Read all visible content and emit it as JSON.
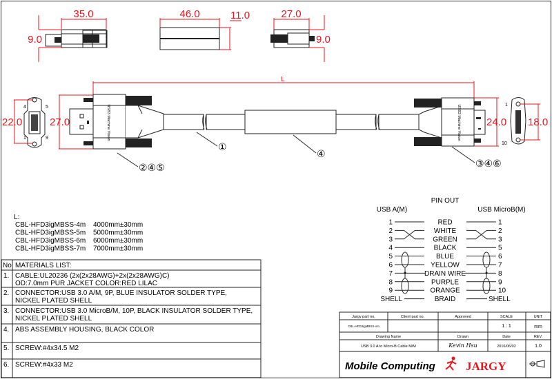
{
  "dimensions": {
    "top_left_length": "35.0",
    "top_left_height": "9.0",
    "top_mid_length": "46.0",
    "top_mid_height": "11.0",
    "top_right_length": "27.0",
    "top_right_height": "9.0",
    "cable_length": "L",
    "usb_a_face_pitch": "22.0",
    "usb_a_body_height": "27.0",
    "microb_body_height": "24.0",
    "microb_face_pitch": "18.0"
  },
  "face_pins": {
    "a_top_left": "4",
    "a_top_right": "5",
    "a_bottom_left": "1",
    "a_bottom_right": "9",
    "b_top": "1",
    "b_bottom": "10"
  },
  "callouts": {
    "cable": "①",
    "housing": "④",
    "usb_a": "②④⑤",
    "microb": "③④⑥"
  },
  "lengths": {
    "heading": "L:",
    "rows": [
      {
        "part": "CBL-HFD3igMBSS-4m",
        "length": "4000mm±30mm"
      },
      {
        "part": "CBL-HFD3igMBSS-5m",
        "length": "5000mm±30mm"
      },
      {
        "part": "CBL-HFD3igMBSS-6m",
        "length": "6000mm±30mm"
      },
      {
        "part": "CBL-HFD3igMBSS-7m",
        "length": "7000mm±30mm"
      }
    ]
  },
  "materials": {
    "col_no": "No",
    "col_title": "MATERIALS LIST:",
    "items": [
      {
        "no": "1.",
        "l1": "CABLE:UL20236 (2x(2x28AWG)+2x(2x28AWG)C)",
        "l2": "OD:7.0mm  PUR JACKET COLOR:RED LILAC"
      },
      {
        "no": "2.",
        "l1": "CONNECTOR:USB 3.0 A/M, 9P, BLUE INSULATOR SOLDER TYPE,",
        "l2": "NICKEL PLATED SHELL"
      },
      {
        "no": "3.",
        "l1": "CONNECTOR:USB 3.0 MicroB/M, 10P, BLACK INSULATOR SOLDER TYPE,",
        "l2": "NICKEL PLATED SHELL"
      },
      {
        "no": "4.",
        "l1": "ABS ASSEMBLY HOUSING, BLACK COLOR",
        "l2": ""
      },
      {
        "no": "5.",
        "l1": "SCREW:#4x34.5 M2",
        "l2": ""
      },
      {
        "no": "6.",
        "l1": "SCREW:#4x33 M2",
        "l2": ""
      }
    ]
  },
  "pinout": {
    "title": "PIN OUT",
    "left_header": "USB A(M)",
    "right_header": "USB MicroB(M)",
    "rows": [
      {
        "a": "1",
        "color": "RED",
        "b": "1"
      },
      {
        "a": "2",
        "color": "WHITE",
        "b": "2"
      },
      {
        "a": "3",
        "color": "GREEN",
        "b": "3"
      },
      {
        "a": "4",
        "color": "BLACK",
        "b": "5"
      },
      {
        "a": "5",
        "color": "BLUE",
        "b": "6"
      },
      {
        "a": "6",
        "color": "YELLOW",
        "b": "7"
      },
      {
        "a": "7",
        "color": "DRAIN WIRE",
        "b": "8"
      },
      {
        "a": "8",
        "color": "PURPLE",
        "b": "9"
      },
      {
        "a": "9",
        "color": "ORANGE",
        "b": "10"
      },
      {
        "a": "SHELL",
        "color": "BRAID",
        "b": "SHELL"
      }
    ]
  },
  "title_block": {
    "h_jargy_part": "Jargy part no.",
    "h_client_part": "Client part no.",
    "h_approved": "Approved",
    "h_scale": "SCALE",
    "h_unit": "UNIT",
    "jargy_part": "CBL-HFD3igMBSS-xm",
    "client_part": "",
    "approved": "",
    "scale": "1 : 1",
    "unit": "mm",
    "h_drawing_name": "Drawing Name",
    "h_drawn": "Drawn",
    "h_date": "Date",
    "h_rev": "REV.",
    "drawing_name": "USB 3.0 A to Micro-B Cable M/M",
    "drawn": "Kevin Hsu",
    "date": "2016/06/02",
    "rev": "1.0",
    "logo_left": "Mobile Computing",
    "logo_right": "JARGY"
  },
  "colors": {
    "dimension": "#e8141c",
    "line": "#222222",
    "logo_red": "#e8141c"
  }
}
